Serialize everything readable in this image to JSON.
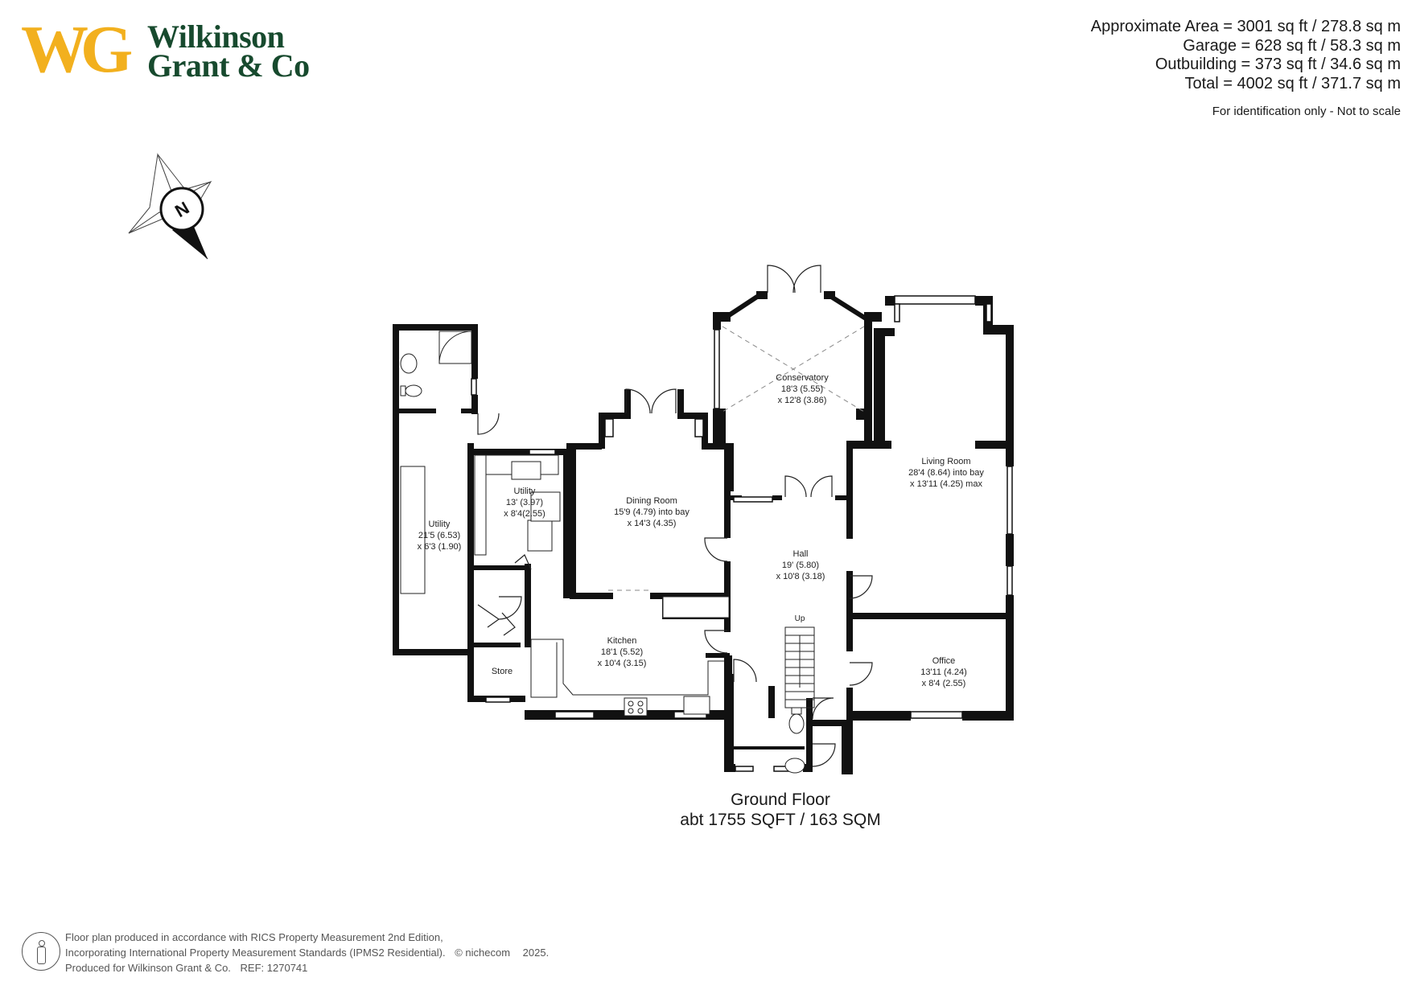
{
  "brand": {
    "logo_mark": "WG",
    "name_line1": "Wilkinson",
    "name_line2": "Grant & Co",
    "color_gold": "#f2b01e",
    "color_green": "#174a2e"
  },
  "areas": {
    "approximate": "Approximate Area = 3001 sq ft / 278.8 sq m",
    "garage": "Garage = 628 sq ft / 58.3 sq m",
    "outbuilding": "Outbuilding = 373 sq ft / 34.6 sq m",
    "total": "Total = 4002 sq ft / 371.7 sq m",
    "note": "For identification only - Not to scale"
  },
  "compass": {
    "icon": "north-compass-icon",
    "label": "N"
  },
  "rooms": {
    "utility_large": {
      "name": "Utility",
      "dim1": "21'5 (6.53)",
      "dim2": "x 6'3 (1.90)"
    },
    "utility_small": {
      "name": "Utility",
      "dim1": "13' (3.97)",
      "dim2": "x 8'4(2.55)"
    },
    "store": {
      "name": "Store"
    },
    "dining": {
      "name": "Dining Room",
      "dim1": "15'9 (4.79) into bay",
      "dim2": "x 14'3 (4.35)"
    },
    "kitchen": {
      "name": "Kitchen",
      "dim1": "18'1 (5.52)",
      "dim2": "x 10'4 (3.15)"
    },
    "conservatory": {
      "name": "Conservatory",
      "dim1": "18'3 (5.55)",
      "dim2": "x 12'8 (3.86)"
    },
    "hall": {
      "name": "Hall",
      "dim1": "19' (5.80)",
      "dim2": "x 10'8 (3.18)"
    },
    "stairs": {
      "label": "Up"
    },
    "living": {
      "name": "Living Room",
      "dim1": "28'4 (8.64) into bay",
      "dim2": "x 13'11 (4.25) max"
    },
    "office": {
      "name": "Office",
      "dim1": "13'11 (4.24)",
      "dim2": "x 8'4 (2.55)"
    }
  },
  "floor": {
    "name": "Ground Floor",
    "area": "abt 1755 SQFT / 163 SQM"
  },
  "footer": {
    "line1": "Floor plan produced in accordance with RICS Property Measurement 2nd Edition,",
    "line2": "Incorporating International Property Measurement Standards (IPMS2 Residential).",
    "copyright": "© nichecom",
    "year": "2025.",
    "line3": "Produced for Wilkinson Grant & Co.",
    "ref": "REF:  1270741",
    "icon": "person-icon"
  },
  "colors": {
    "wall": "#111111",
    "text": "#1a1a1a",
    "footer_text": "#555555"
  }
}
